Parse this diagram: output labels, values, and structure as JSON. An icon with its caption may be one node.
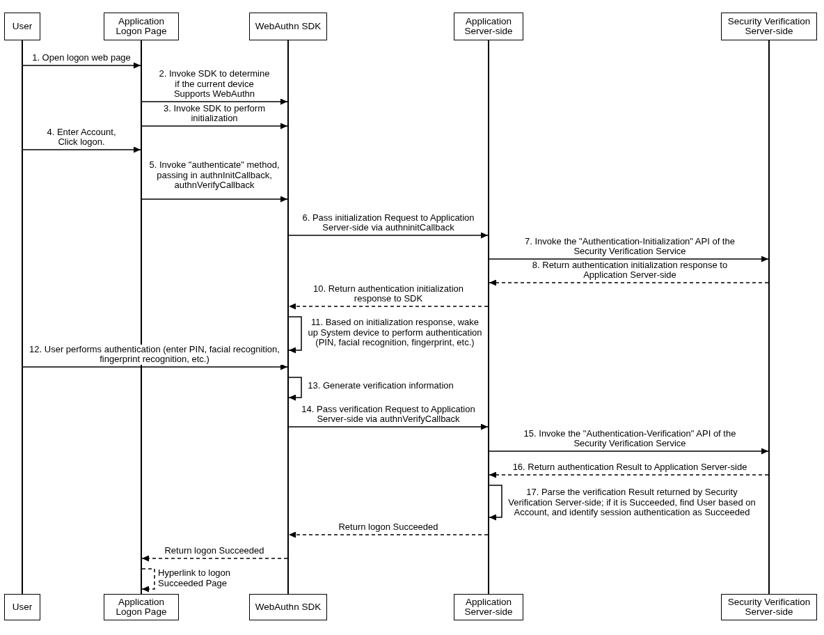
{
  "diagram": {
    "nodes": [
      {
        "text": [
          "User"
        ]
      },
      {
        "text": [
          "Application Logon Page"
        ]
      },
      {
        "text": [
          "WebAuthn SDK"
        ]
      },
      {
        "text": [
          "Application Server-side"
        ]
      },
      {
        "text": [
          "Security Verification Server-side"
        ]
      },
      {
        "text": [],
        "shape": "line"
      },
      {
        "text": [],
        "shape": "line"
      },
      {
        "text": [],
        "shape": "line"
      },
      {
        "text": [],
        "shape": "line"
      },
      {
        "text": [],
        "shape": "line"
      },
      {
        "text": [
          "User"
        ]
      },
      {
        "text": [
          "Application Logon Page"
        ]
      },
      {
        "text": [
          "WebAuthn SDK"
        ]
      },
      {
        "text": [
          "Application Server-side"
        ]
      },
      {
        "text": [
          "Security Verification Server-side"
        ]
      }
    ],
    "edges": [
      {
        "from": 5,
        "to": 6,
        "arrow": "to",
        "label": "1. Open logon web page"
      },
      {
        "from": 6,
        "to": 7,
        "arrow": "to",
        "label": "2. Invoke SDK to determine if the current device Supports WebAuthn"
      },
      {
        "from": 6,
        "to": 7,
        "arrow": "to",
        "label": "3. Invoke SDK to perform initialization"
      },
      {
        "from": 5,
        "to": 6,
        "arrow": "to",
        "label": "4. Enter Account, Click logon."
      },
      {
        "from": 6,
        "to": 7,
        "arrow": "to",
        "label": "5. Invoke \"authenticate\" method, passing in authnInitCallback, authnVerifyCallback"
      },
      {
        "from": 7,
        "to": 8,
        "arrow": "to",
        "label": "6. Pass initialization Request to Application Server-side via authninitCallback"
      },
      {
        "from": 8,
        "to": 9,
        "arrow": "to",
        "label": "7. Invoke the \"Authentication-Initialization\" API of the Security Verification Service"
      },
      {
        "from": 9,
        "to": 8,
        "arrow": "to",
        "style": "dashed",
        "label": "8. Return authentication initialization response to Application Server-side"
      },
      {
        "from": 8,
        "to": 7,
        "arrow": "to",
        "style": "dashed",
        "label": "10. Return authentication initialization response to SDK"
      },
      {
        "from": 7,
        "to": 7,
        "arrow": "to",
        "label": "11. Based on initialization response, wake up System device to perform authentication (PIN, facial recognition, fingerprint, etc.)"
      },
      {
        "from": 5,
        "to": 7,
        "arrow": "to",
        "label": "12. User performs authentication (enter PIN, facial recognition, fingerprint recognition, etc.)"
      },
      {
        "from": 7,
        "to": 7,
        "arrow": "to",
        "label": "13. Generate verification information"
      },
      {
        "from": 7,
        "to": 8,
        "arrow": "to",
        "label": "14. Pass verification Request to Application Server-side via authnVerifyCallback"
      },
      {
        "from": 8,
        "to": 9,
        "arrow": "to",
        "label": "15. Invoke the \"Authentication-Verification\" API of the Security Verification Service"
      },
      {
        "from": 9,
        "to": 8,
        "arrow": "to",
        "style": "dashed",
        "label": "16. Return authentication Result to Application Server-side"
      },
      {
        "from": 8,
        "to": 8,
        "arrow": "to",
        "label": "17. Parse the verification Result returned by Security Verification Server-side; if it is Succeeded, find User based on Account, and identify session authentication as Succeeded"
      },
      {
        "from": 8,
        "to": 7,
        "arrow": "to",
        "style": "dashed",
        "label": "Return logon Succeeded"
      },
      {
        "from": 7,
        "to": 6,
        "arrow": "to",
        "style": "dashed",
        "label": "Return logon Succeeded"
      },
      {
        "from": 6,
        "to": 6,
        "arrow": "to",
        "style": "dashed",
        "label": "Hyperlink to logon Succeeded Page"
      }
    ]
  }
}
